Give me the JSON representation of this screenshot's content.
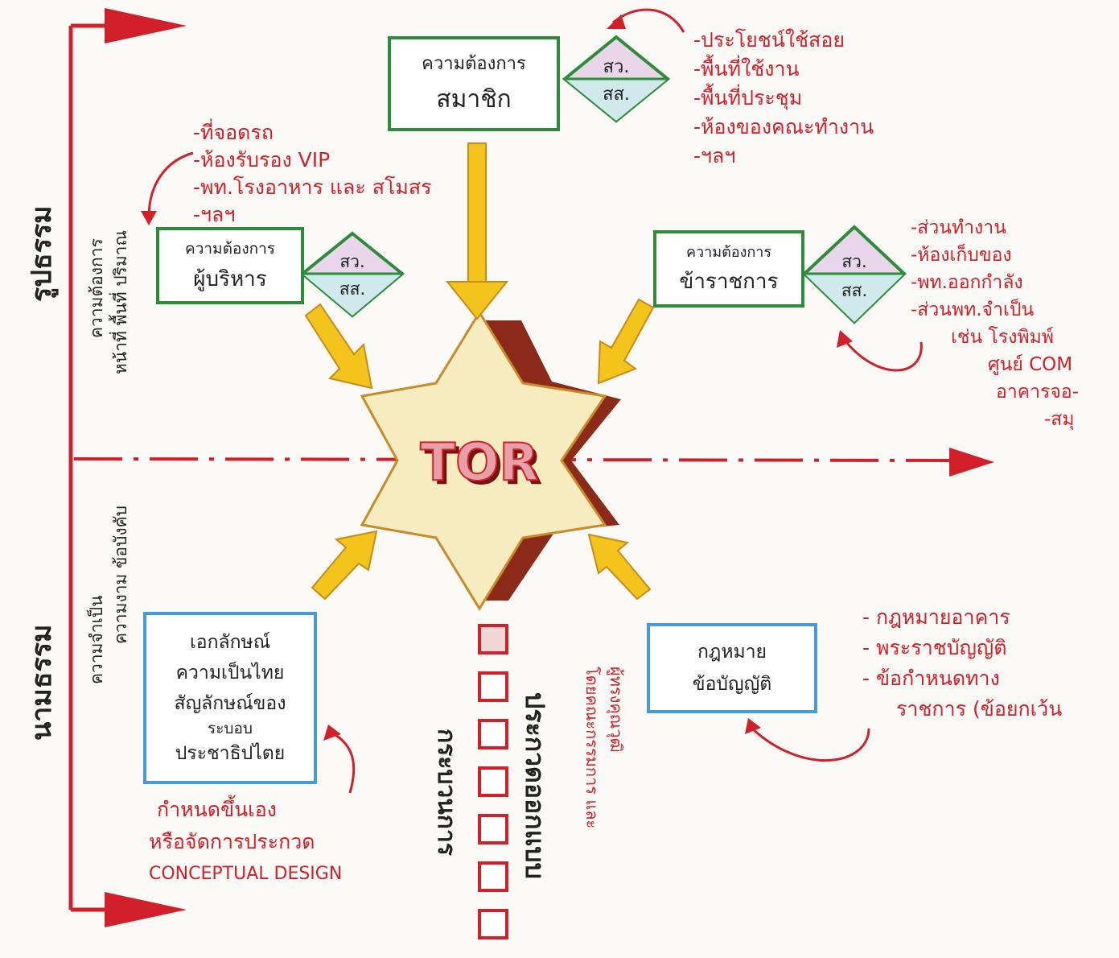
{
  "axis": {
    "top_label": "รูปธรรม",
    "bottom_label": "นามธรรม",
    "upper_note_line1": "ความต้องการ",
    "upper_note_line2": "หน้าที่ พื้นที่ ปริมาณ",
    "lower_note_line1": "ความจำเป็น",
    "lower_note_line2": "ความงาม ข้อบังคับ"
  },
  "center": {
    "label": "TOR"
  },
  "members_box": {
    "line1": "ความต้องการ",
    "line2": "สมาชิก",
    "diamond_top": "สว.",
    "diamond_bottom": "สส."
  },
  "members_list": [
    "-ประโยชน์ใช้สอย",
    "-พื้นที่ใช้งาน",
    "-พื้นที่ประชุม",
    "-ห้องของคณะทำงาน",
    "-ฯลฯ"
  ],
  "admin_box": {
    "line1": "ความต้องการ",
    "line2": "ผู้บริหาร",
    "diamond_top": "สว.",
    "diamond_bottom": "สส."
  },
  "admin_list": [
    "-ที่จอดรถ",
    "-ห้องรับรอง VIP",
    "-พท.โรงอาหาร และ สโมสร",
    "-ฯลฯ"
  ],
  "staff_box": {
    "line1": "ความต้องการ",
    "line2": "ข้าราชการ",
    "diamond_top": "สว.",
    "diamond_bottom": "สส."
  },
  "staff_list": [
    "-ส่วนทำงาน",
    "-ห้องเก็บของ",
    "-พท.ออกกำลัง",
    "-ส่วนพท.จำเป็น",
    "เช่น โรงพิมพ์",
    "ศูนย์ COM",
    "อาคารจอ-",
    "-สมุ"
  ],
  "identity_box": {
    "lines": [
      "เอกลักษณ์",
      "ความเป็นไทย",
      "สัญลักษณ์ของ",
      "ระบอบ",
      "ประชาธิปไตย"
    ]
  },
  "identity_note": [
    "กำหนดขึ้นเอง",
    "หรือจัดการประกวด",
    "CONCEPTUAL DESIGN"
  ],
  "law_box": {
    "line1": "กฎหมาย",
    "line2": "ข้อบัญญัติ"
  },
  "law_list": [
    "- กฎหมายอาคาร",
    "- พระราชบัญญัติ",
    "- ข้อกำหนดทาง",
    "ราชการ (ข้อยกเว้น"
  ],
  "process": {
    "label": "กระบวนการ",
    "contest_label": "ประกวดออกแบบ",
    "contest_note1": "โดยคณะกรรมการ และ",
    "contest_note2": "ผู้ทรงคุณวุฒิ"
  },
  "colors": {
    "red": "#d1202a",
    "green": "#2e8b3a",
    "blue": "#4a9ad6",
    "star_fill": "#f6ecbf",
    "star_shadow": "#8c2a1a",
    "arrow_yellow": "#f3c41b"
  }
}
